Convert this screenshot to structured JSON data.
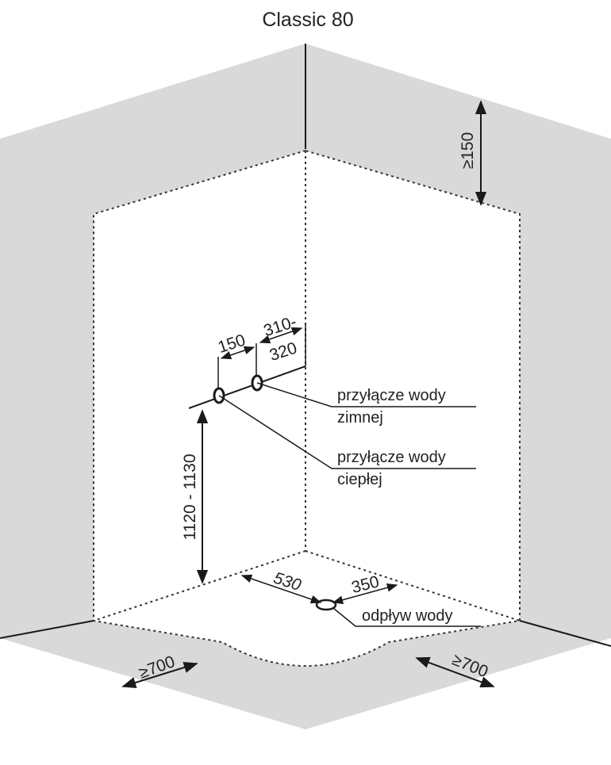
{
  "title": "Classic 80",
  "dimensions": {
    "top_clearance": "≥150",
    "pipe_spacing": "150",
    "pipe_offset_line1": "310-",
    "pipe_offset_line2": "320",
    "pipe_height": "1120 - 1130",
    "drain_offset_left": "530",
    "drain_offset_right": "350",
    "side_left": "≥700",
    "side_right": "≥700"
  },
  "labels": {
    "cold_water_line1": "przyłącze wody",
    "cold_water_line2": "zimnej",
    "hot_water_line1": "przyłącze wody",
    "hot_water_line2": "ciepłej",
    "drain": "odpływ wody"
  },
  "colors": {
    "wall": "#d9d9d9",
    "line": "#1a1a1a",
    "background": "#ffffff"
  }
}
